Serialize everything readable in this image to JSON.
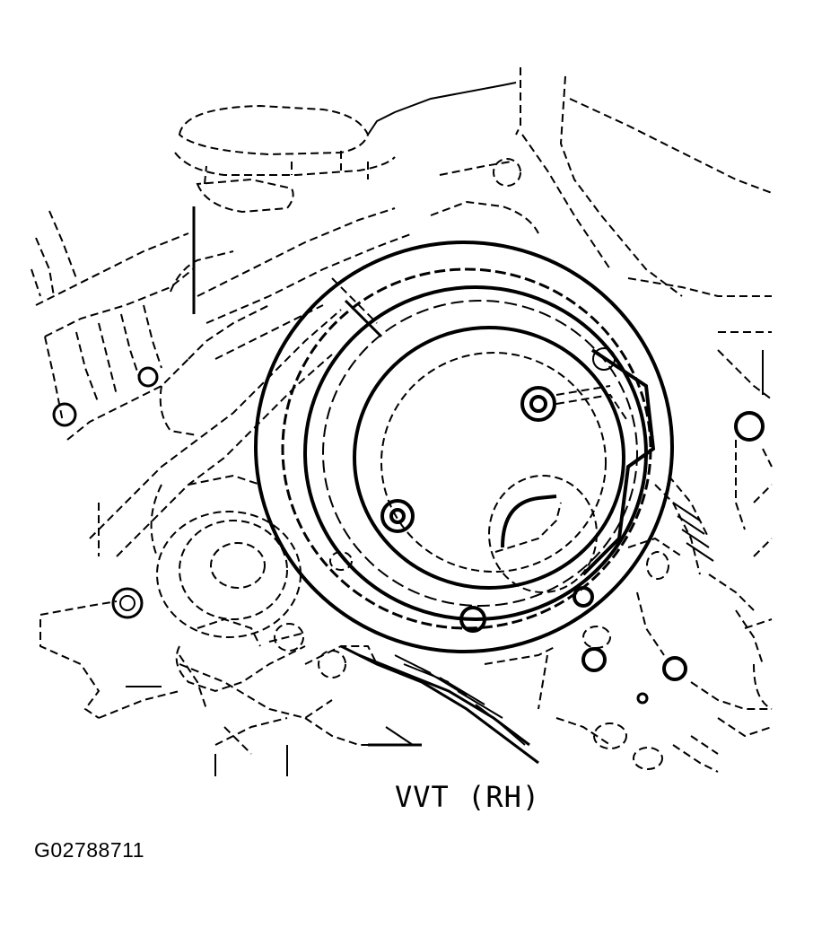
{
  "diagram": {
    "subject": "VVT unit installed on engine (right-hand bank)",
    "callout_label": "VVT (RH)",
    "figure_id": "G02788711",
    "colors": {
      "line": "#000000",
      "background": "#ffffff"
    },
    "components": [
      {
        "name": "vvt-outer-housing",
        "shape": "circle"
      },
      {
        "name": "vvt-inner-rotor",
        "shape": "circle"
      },
      {
        "name": "center-bore",
        "shape": "ellipse"
      },
      {
        "name": "mounting-bolt",
        "count": 4
      },
      {
        "name": "cylinder-head-structure",
        "shape": "dashed-outline"
      },
      {
        "name": "timing-chain-hatching",
        "shape": "hatch"
      }
    ]
  }
}
